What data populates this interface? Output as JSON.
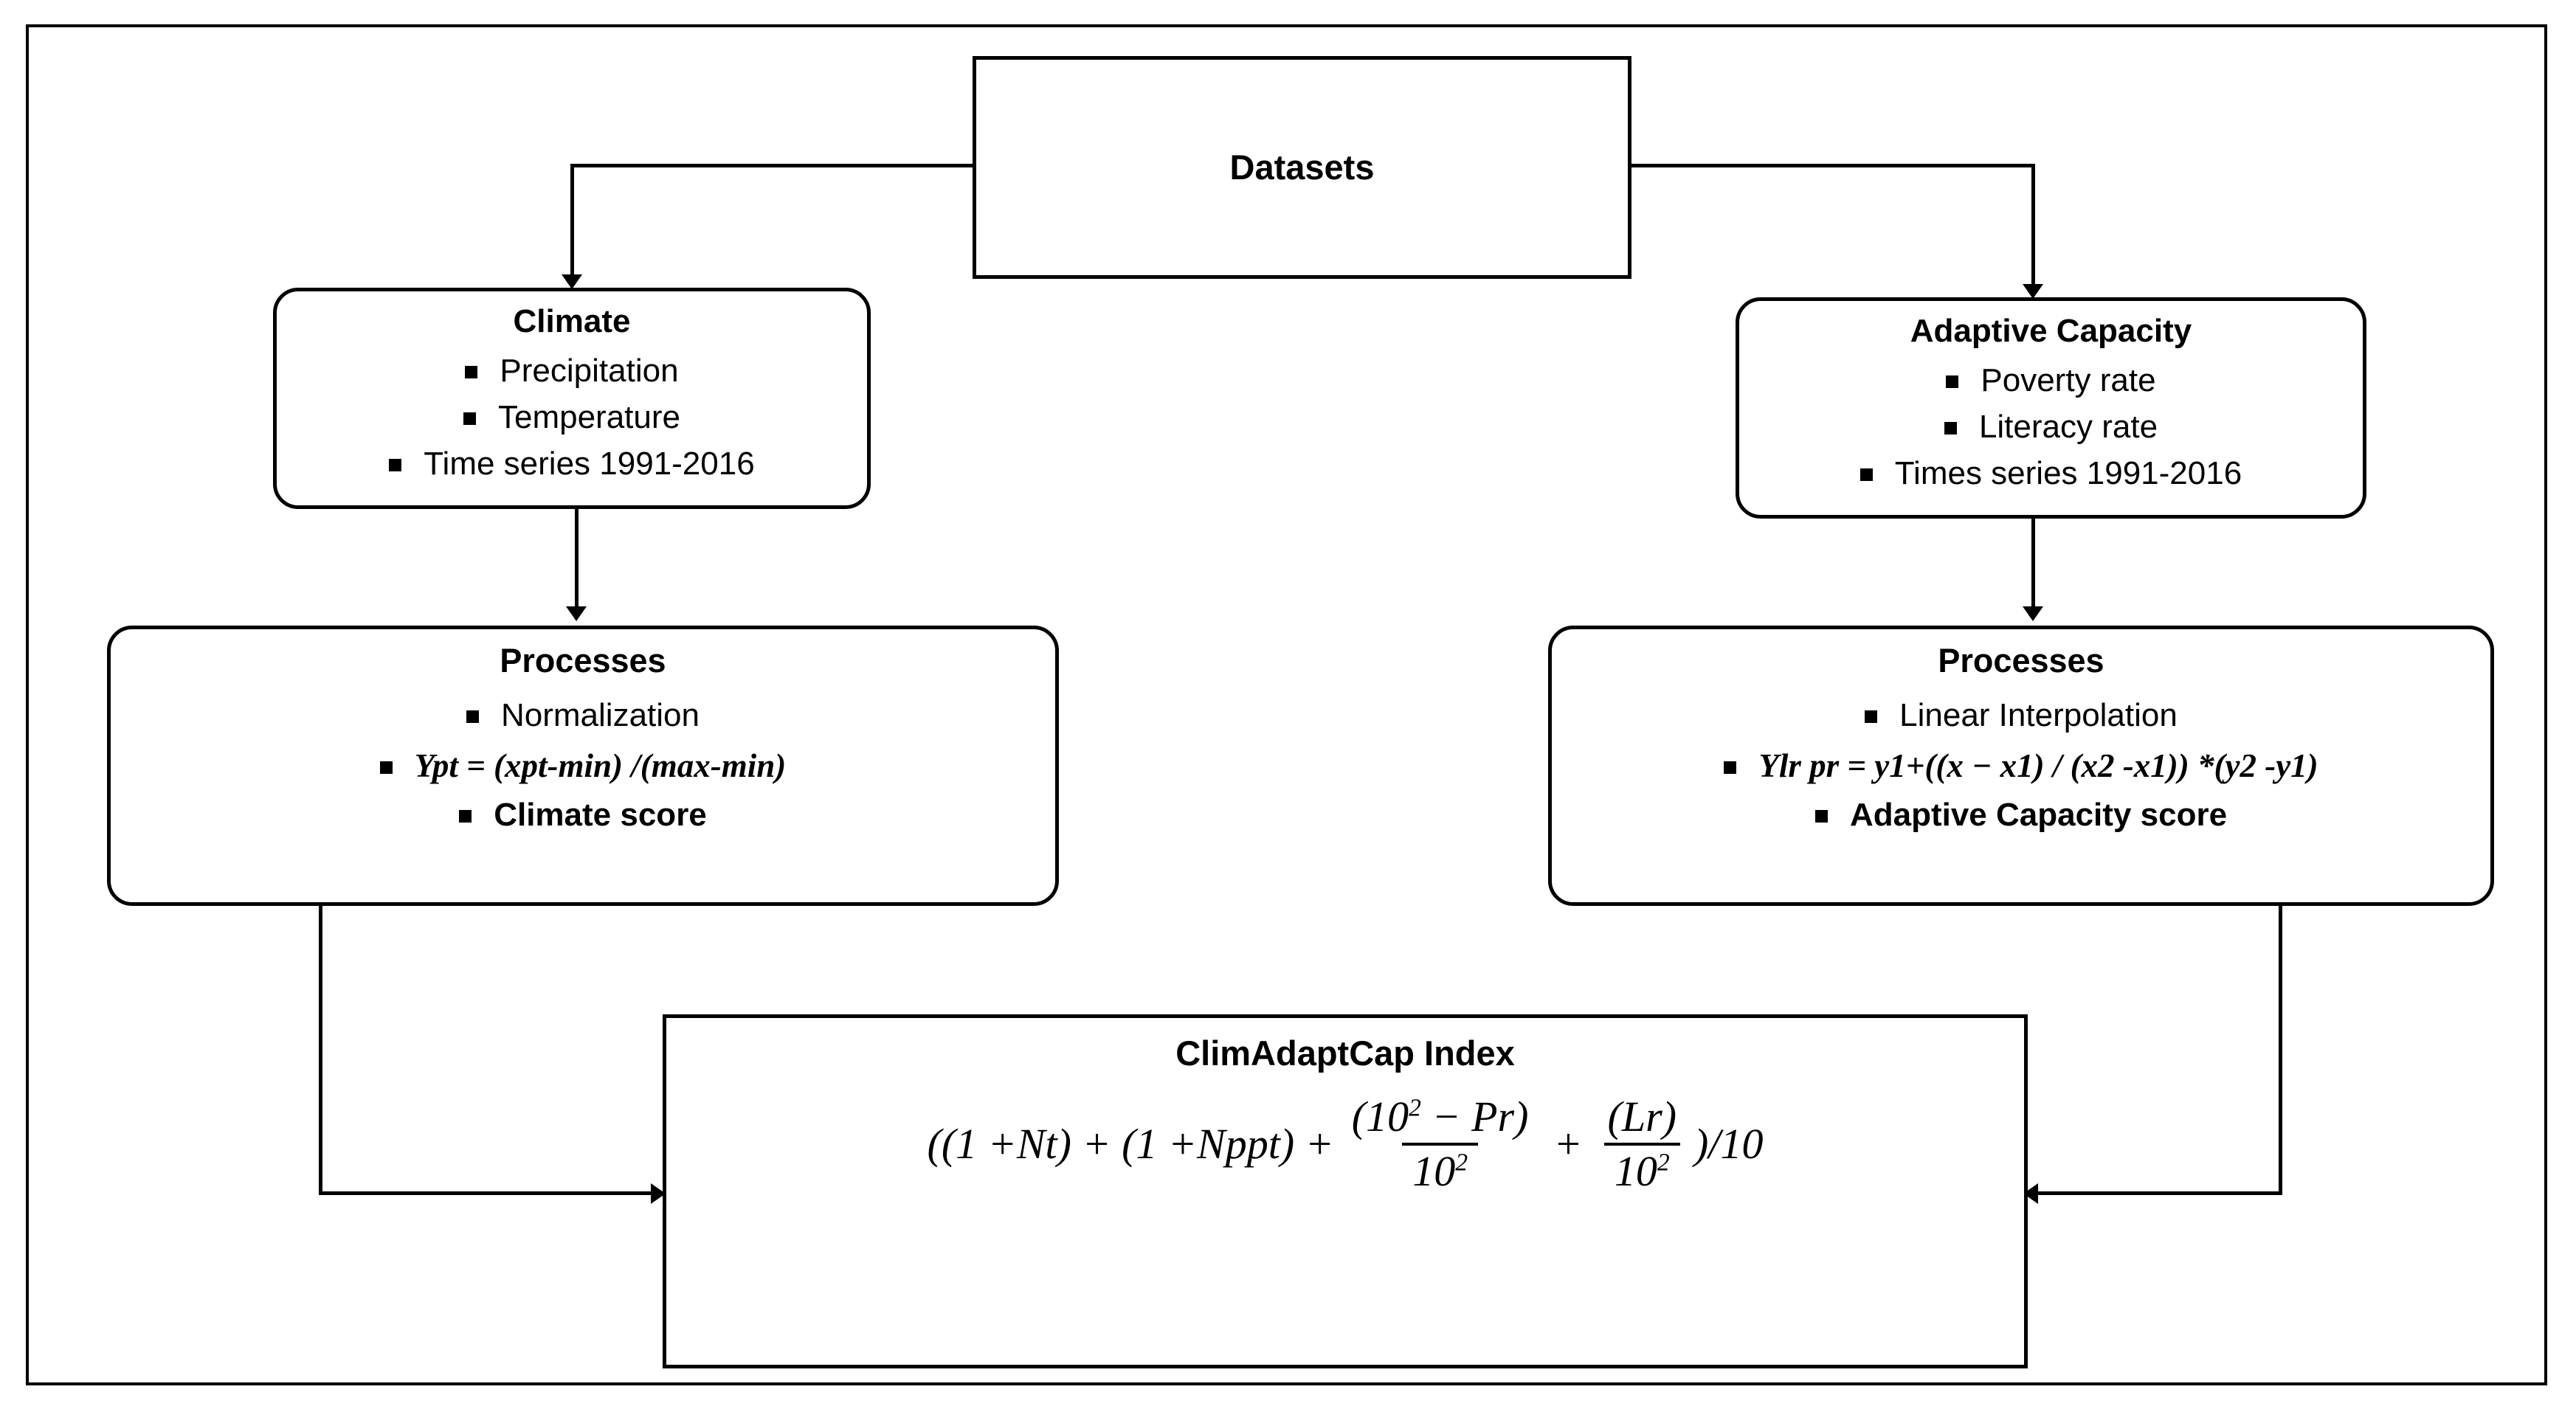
{
  "figure": {
    "type": "flowchart",
    "title": "ClimAdaptCap Index methodology flowchart"
  },
  "nodes": {
    "datasets": {
      "title": "Datasets",
      "shape": "rectangle"
    },
    "climate": {
      "title": "Climate",
      "shape": "rounded-rectangle",
      "bullets": [
        {
          "text": "Precipitation",
          "style": "normal"
        },
        {
          "text": "Temperature",
          "style": "normal"
        },
        {
          "text": "Time series 1991-2016",
          "style": "normal"
        }
      ]
    },
    "adaptive_capacity": {
      "title": "Adaptive Capacity",
      "shape": "rounded-rectangle",
      "bullets": [
        {
          "text": "Poverty rate",
          "style": "normal"
        },
        {
          "text": "Literacy rate",
          "style": "normal"
        },
        {
          "text": "Times series 1991-2016",
          "style": "normal"
        }
      ]
    },
    "processes_left": {
      "title": "Processes",
      "shape": "rounded-rectangle",
      "bullets": [
        {
          "text": "Normalization",
          "style": "normal"
        },
        {
          "text": "Ypt = (xpt-min) /(max-min)",
          "style": "italic"
        },
        {
          "text": "Climate score",
          "style": "bold"
        }
      ]
    },
    "processes_right": {
      "title": "Processes",
      "shape": "rounded-rectangle",
      "bullets": [
        {
          "text": "Linear Interpolation",
          "style": "normal"
        },
        {
          "text": "Ylr pr = y1+((x − x1) / (x2 -x1)) *(y2 -y1)",
          "style": "italic"
        },
        {
          "text": "Adaptive Capacity score",
          "style": "bold"
        }
      ]
    },
    "index": {
      "title": "ClimAdaptCap Index",
      "shape": "rectangle",
      "formula_plain": "((1 + Nt) + (1 + Nppt) + (10^2 - Pr)/10^2 + (Lr)/10^2)/10",
      "formula_parts": {
        "open": "((1 + ",
        "term1": "Nt",
        "mid1": ") + (1 + ",
        "term2": "Nppt",
        "mid2": ") + ",
        "frac1_num_open": "(10",
        "frac1_num_exp": "2",
        "frac1_num_minus": " − ",
        "frac1_num_var": "Pr",
        "frac1_num_close": ")",
        "frac1_den": "10",
        "frac1_den_exp": "2",
        "plus": "+",
        "frac2_num": "(Lr)",
        "frac2_den": "10",
        "frac2_den_exp": "2",
        "close": ")/10"
      }
    }
  },
  "connectors": [
    {
      "from": "datasets",
      "to": "climate",
      "style": "elbow-left-down",
      "arrow": "down"
    },
    {
      "from": "datasets",
      "to": "adaptive_capacity",
      "style": "elbow-right-down",
      "arrow": "down"
    },
    {
      "from": "climate",
      "to": "processes_left",
      "style": "straight-down",
      "arrow": "down"
    },
    {
      "from": "adaptive_capacity",
      "to": "processes_right",
      "style": "straight-down",
      "arrow": "down"
    },
    {
      "from": "processes_left",
      "to": "index",
      "style": "elbow-down-right",
      "arrow": "right"
    },
    {
      "from": "processes_right",
      "to": "index",
      "style": "elbow-down-left",
      "arrow": "left"
    }
  ],
  "colors": {
    "stroke": "#000000",
    "background": "#ffffff",
    "text": "#000000"
  }
}
